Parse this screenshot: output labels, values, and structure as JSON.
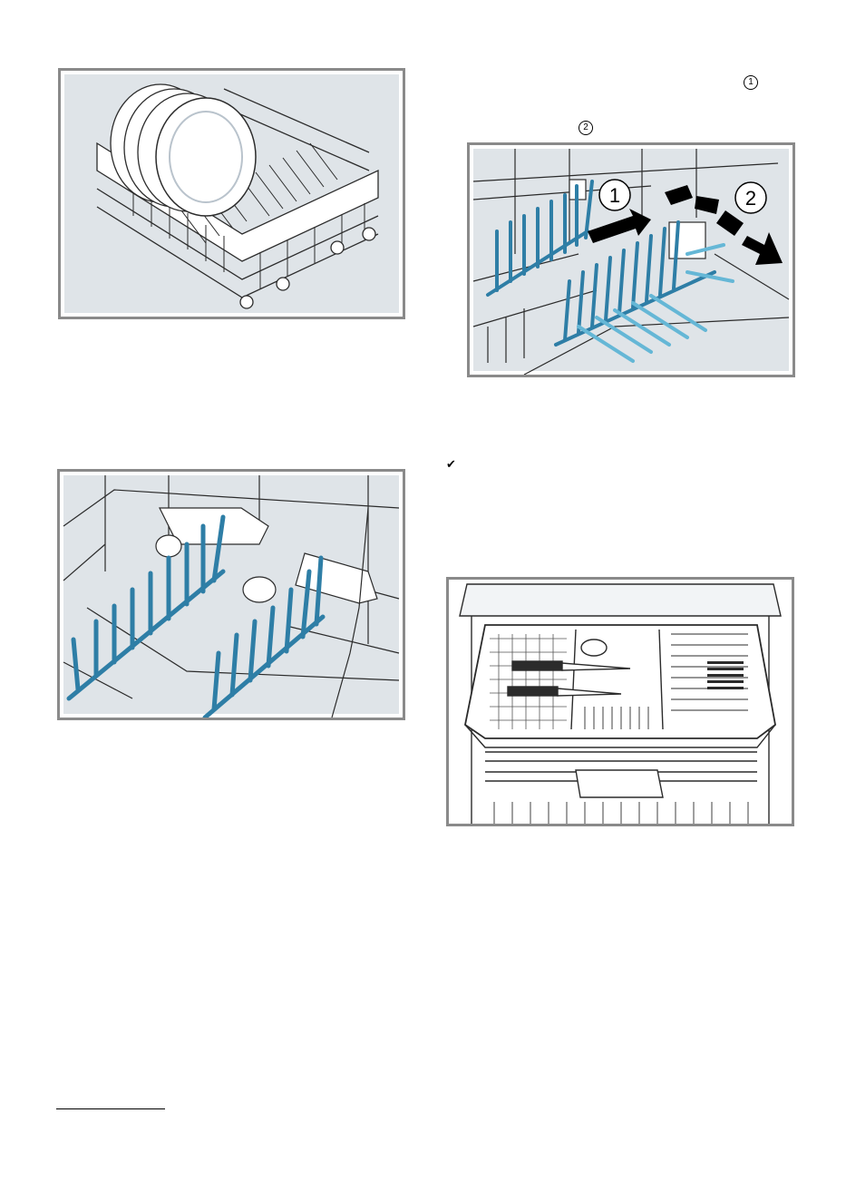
{
  "callouts": {
    "one": "1",
    "two": "2"
  },
  "figure_top_right": {
    "arrow_labels": [
      "1",
      "2"
    ]
  },
  "checkmark": "✔",
  "colors": {
    "frame": "#8a8a8a",
    "panel_bg": "#dfe4e8",
    "tine_blue": "#2e7ea6",
    "tine_light": "#65b7d6",
    "line": "#2b2b2b"
  },
  "icons": {
    "check": "check-icon",
    "callout": "circled-number-icon"
  }
}
